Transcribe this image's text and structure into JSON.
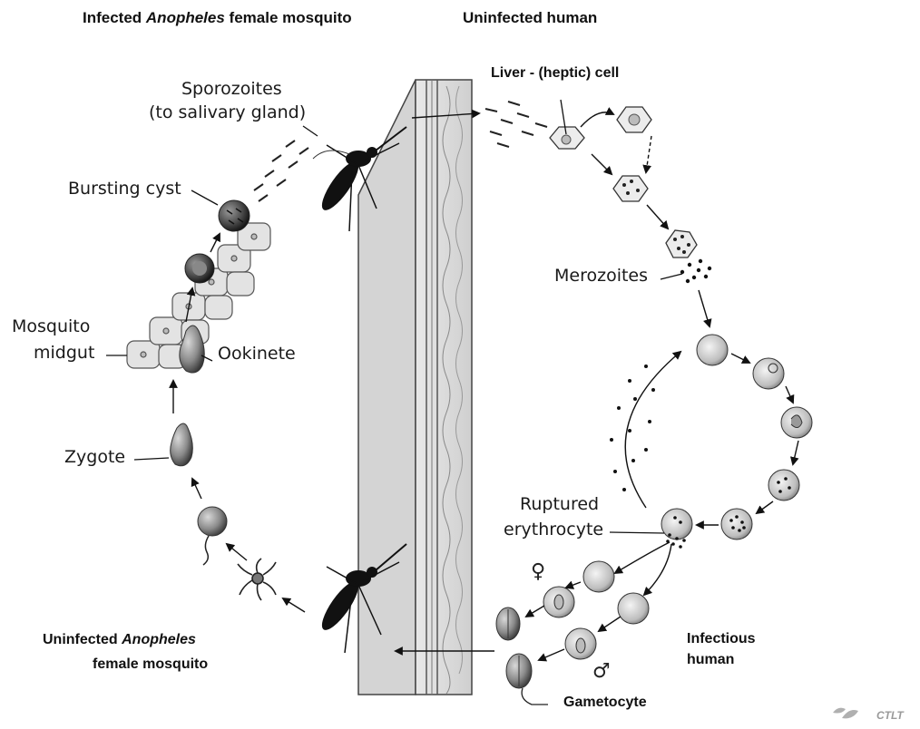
{
  "header": {
    "left_pre": "Infected ",
    "left_species": "Anopheles",
    "left_post": " female mosquito",
    "right": "Uninfected human"
  },
  "human_labels": {
    "liver_cell": "Liver - (heptic) cell",
    "gametocyte": "Gametocyte",
    "infectious_line1": "Infectious",
    "infectious_line2": "human"
  },
  "mosquito_labels": {
    "sporozoites_line1": "Sporozoites",
    "sporozoites_line2": "(to salivary gland)",
    "bursting_cyst": "Bursting cyst",
    "midgut_line1": "Mosquito",
    "midgut_line2": "midgut",
    "ookinete": "Ookinete",
    "zygote": "Zygote"
  },
  "blood_labels": {
    "merozoites": "Merozoites",
    "ruptured_line1": "Ruptured",
    "ruptured_line2": "erythrocyte"
  },
  "footer": {
    "uninfected_pre": "Uninfected ",
    "uninfected_species": "Anopheles",
    "uninfected_line2": "female mosquito"
  },
  "symbols": {
    "female": "♀",
    "male": "♂"
  },
  "watermark": {
    "text": "CTLT"
  }
}
